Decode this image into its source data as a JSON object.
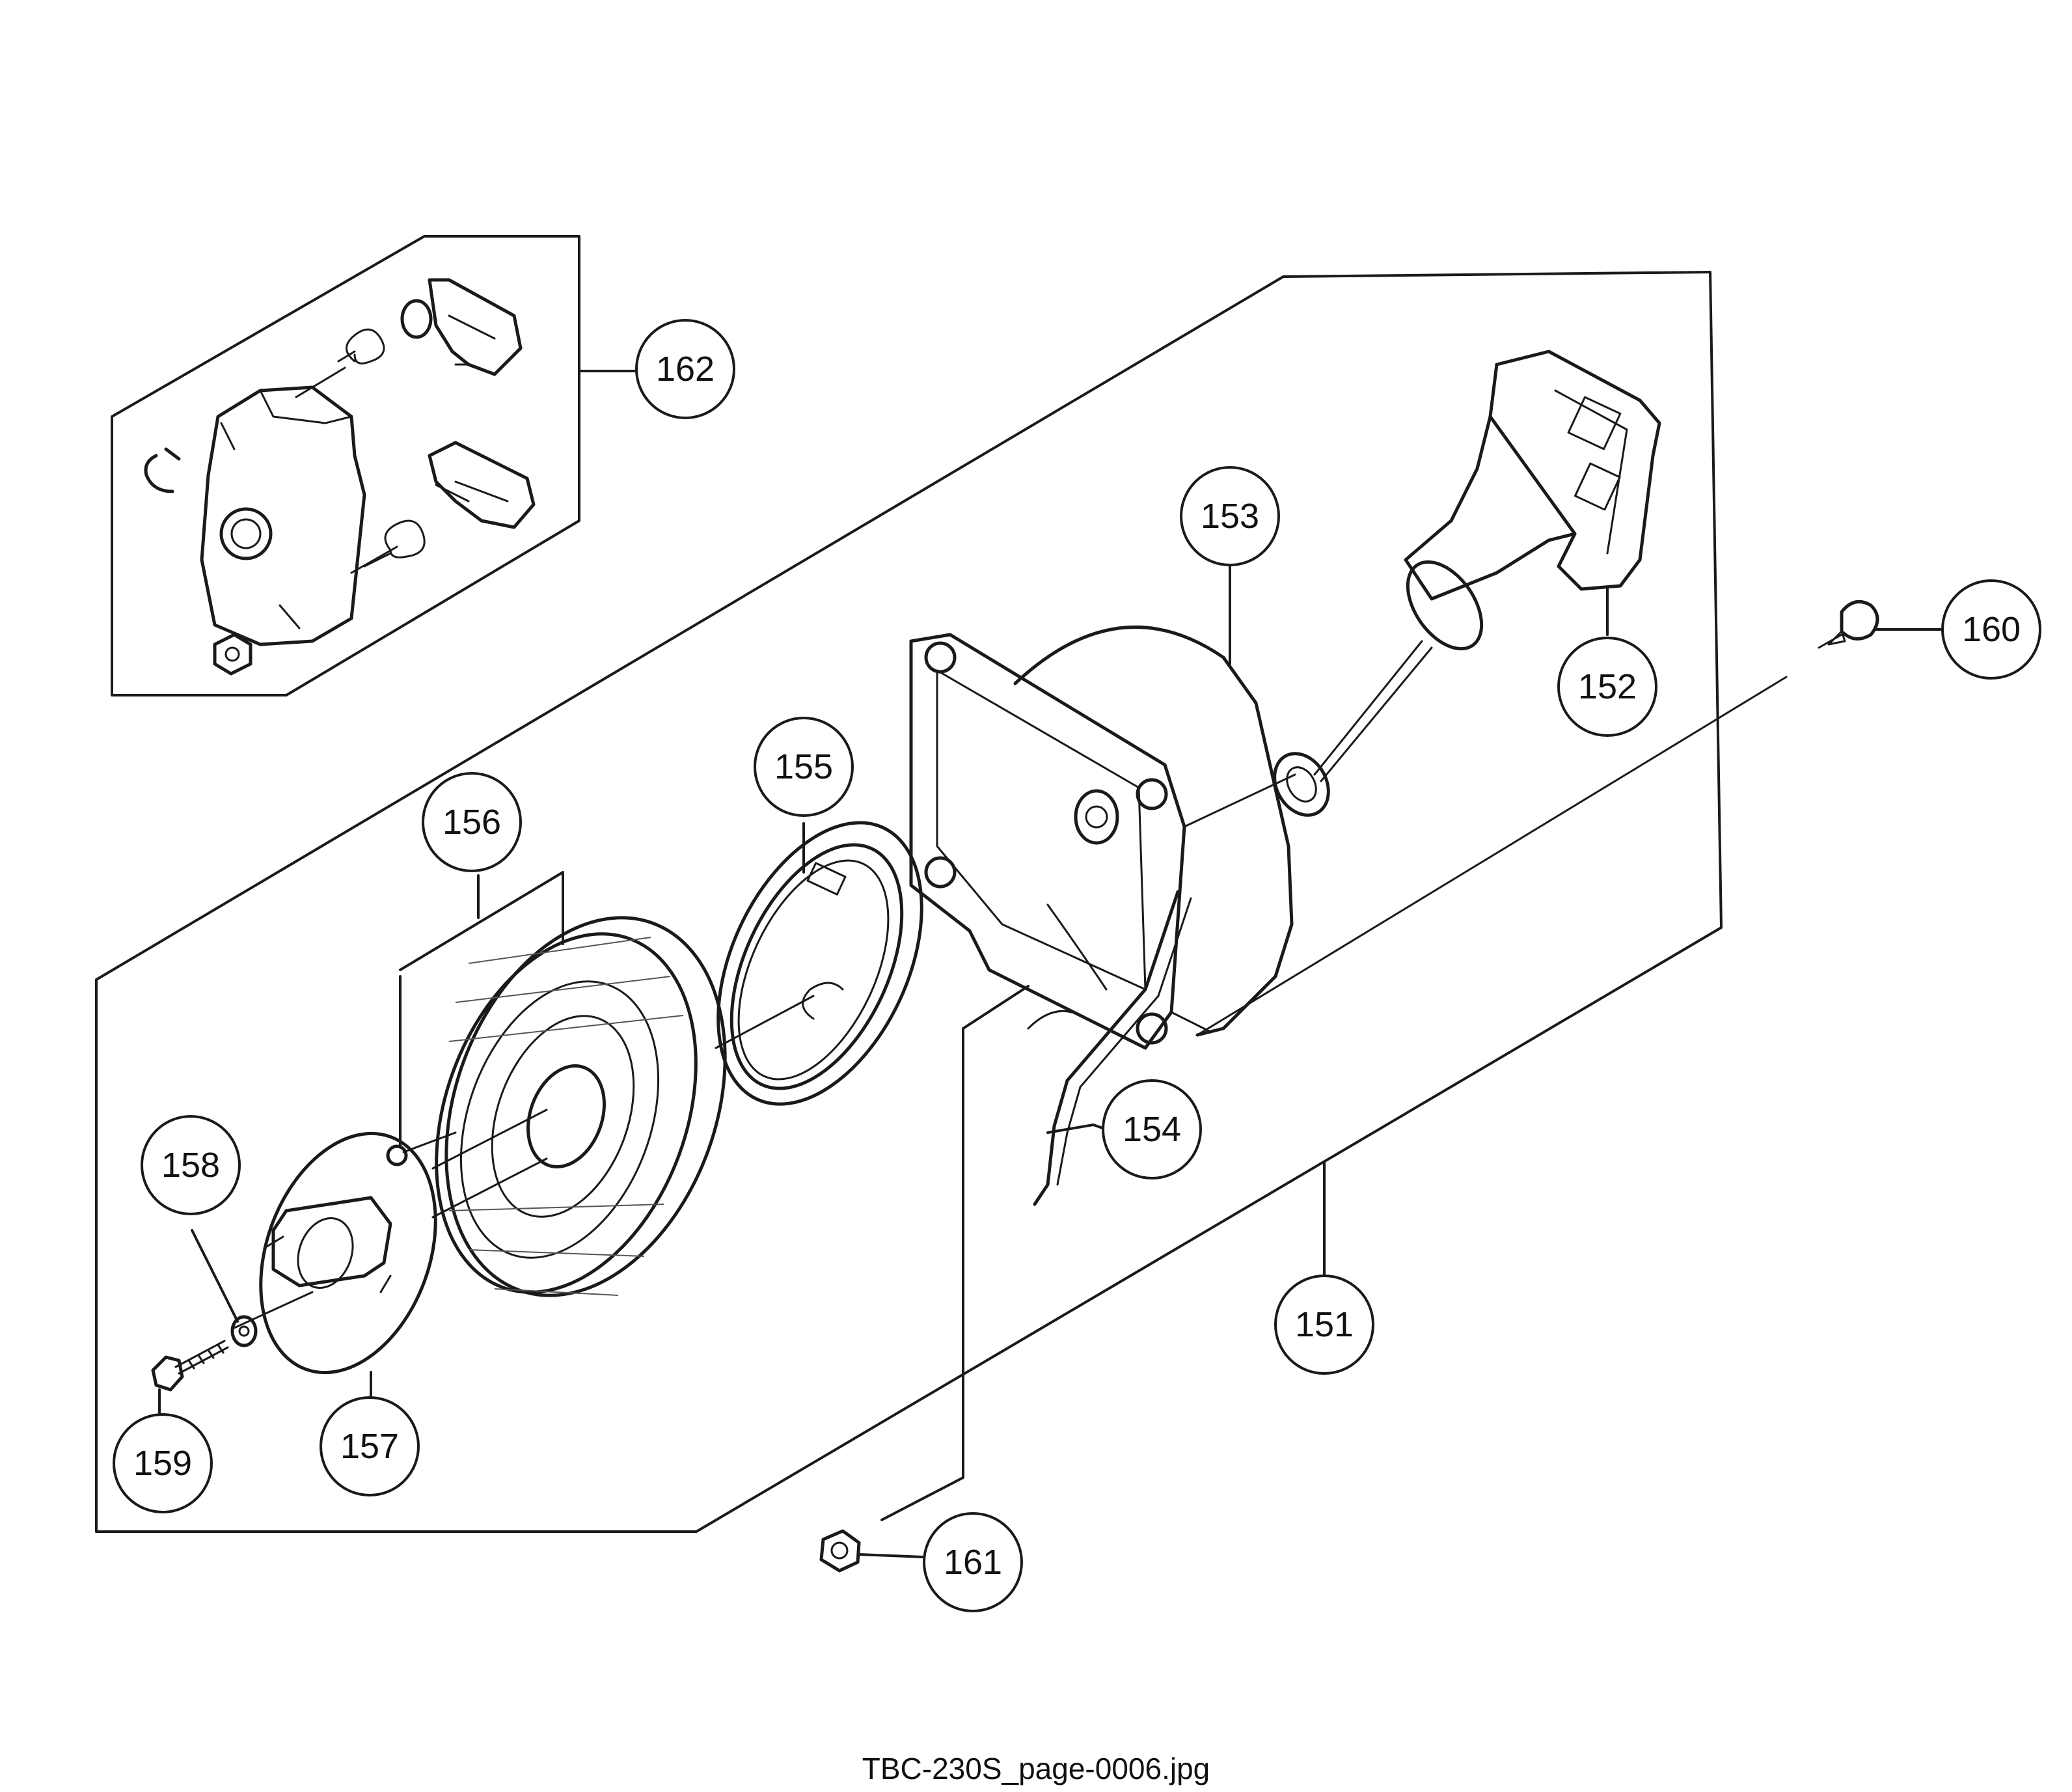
{
  "caption": "TBC-230S_page-0006.jpg",
  "callouts": [
    {
      "id": "151",
      "label": "151"
    },
    {
      "id": "152",
      "label": "152"
    },
    {
      "id": "153",
      "label": "153"
    },
    {
      "id": "154",
      "label": "154"
    },
    {
      "id": "155",
      "label": "155"
    },
    {
      "id": "156",
      "label": "156"
    },
    {
      "id": "157",
      "label": "157"
    },
    {
      "id": "158",
      "label": "158"
    },
    {
      "id": "159",
      "label": "159"
    },
    {
      "id": "160",
      "label": "160"
    },
    {
      "id": "161",
      "label": "161"
    },
    {
      "id": "162",
      "label": "162"
    }
  ]
}
